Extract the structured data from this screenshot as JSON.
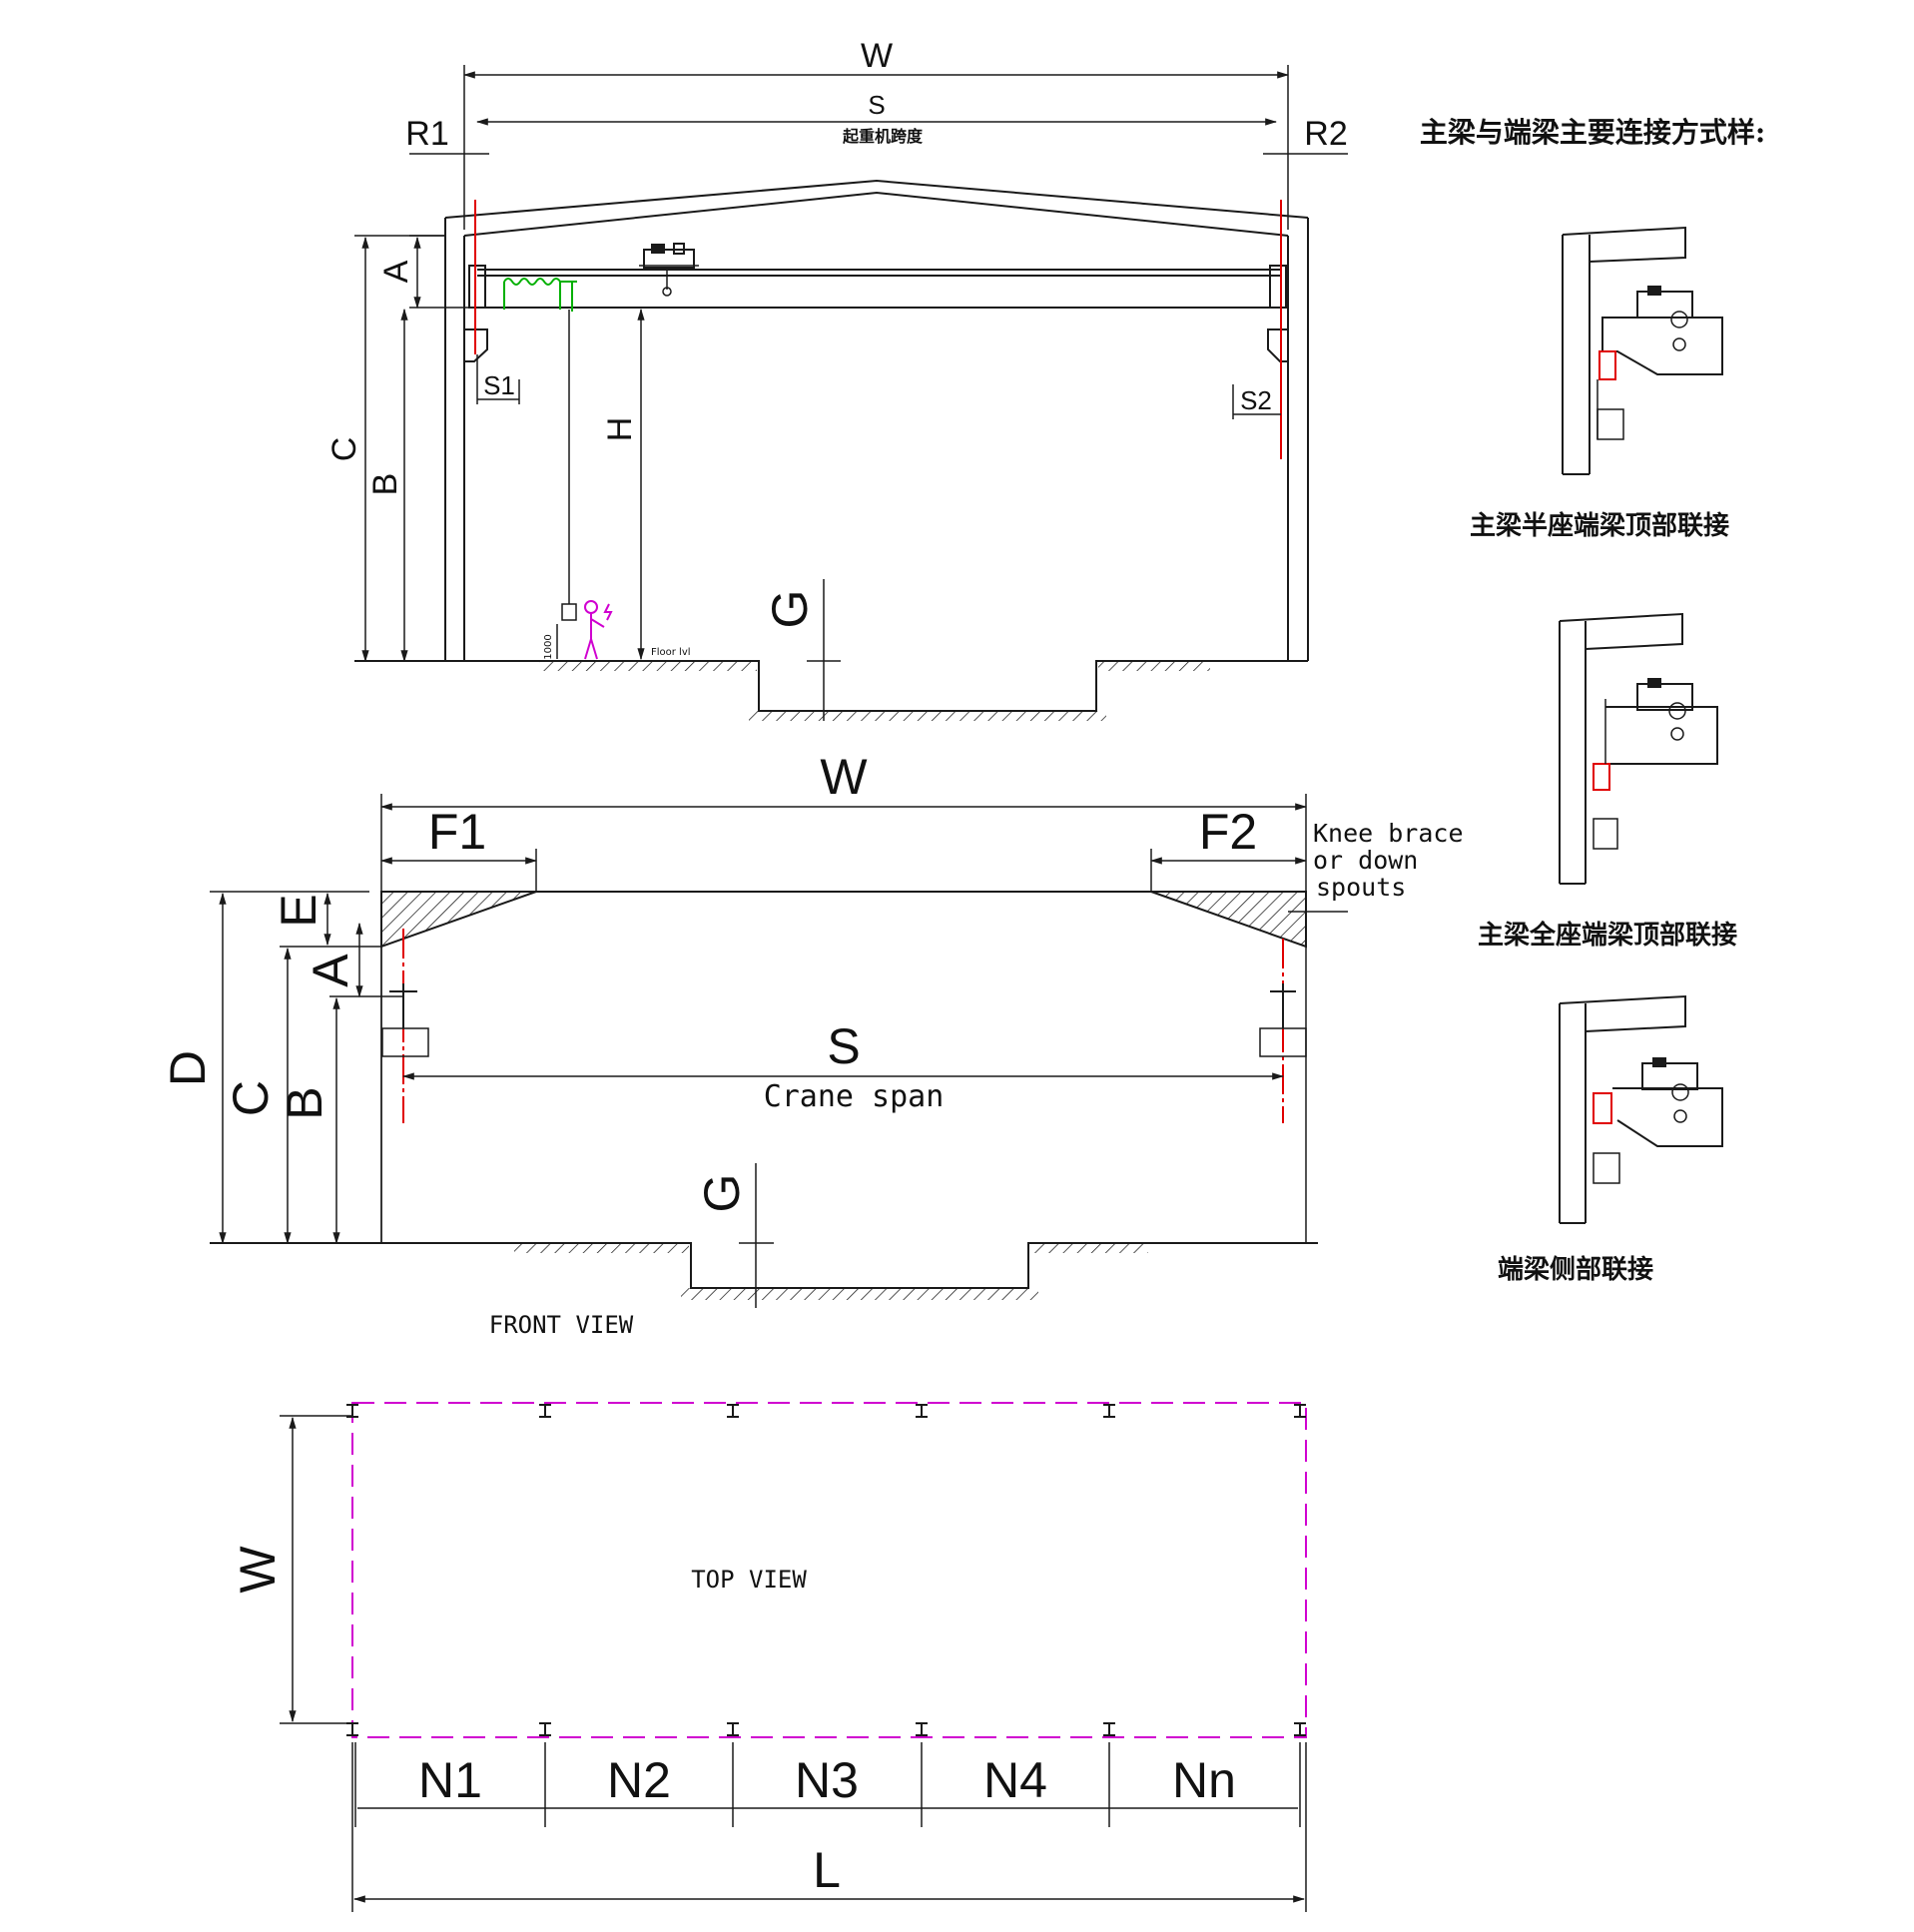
{
  "top_elevation": {
    "labels": {
      "W": "W",
      "S": "S",
      "span_cn": "起重机跨度",
      "R1": "R1",
      "R2": "R2",
      "A": "A",
      "C": "C",
      "B": "B",
      "H": "H",
      "S1": "S1",
      "S2": "S2",
      "G": "G",
      "floor": "Floor lvl",
      "height_1000": "1000"
    }
  },
  "front_view": {
    "labels": {
      "W": "W",
      "F1": "F1",
      "F2": "F2",
      "E": "E",
      "A": "A",
      "D": "D",
      "C": "C",
      "B": "B",
      "S": "S",
      "crane_span": "Crane span",
      "G": "G",
      "title": "FRONT VIEW"
    },
    "knee_brace": [
      "Knee brace",
      "or down",
      "spouts"
    ]
  },
  "top_view": {
    "title": "TOP VIEW",
    "W": "W",
    "L": "L",
    "bays": [
      "N1",
      "N2",
      "N3",
      "N4",
      "Nn"
    ]
  },
  "connections": {
    "heading": "主梁与端梁主要连接方式样:",
    "captions": [
      "主梁半座端梁顶部联接",
      "主梁全座端梁顶部联接",
      "端梁侧部联接"
    ]
  },
  "colors": {
    "line": "#1a1a1a",
    "rail": "#e00000",
    "top_view_outline": "#d000d0",
    "hoist_cable": "#00b000"
  }
}
